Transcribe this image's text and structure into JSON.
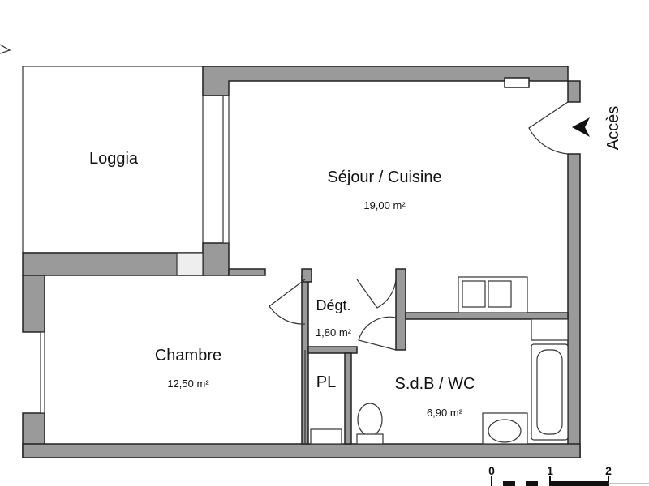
{
  "rooms": {
    "loggia": {
      "name": "Loggia"
    },
    "sejour": {
      "name": "Séjour / Cuisine",
      "area": "19,00 m²"
    },
    "degt": {
      "name": "Dégt.",
      "area": "1,80 m²"
    },
    "chambre": {
      "name": "Chambre",
      "area": "12,50 m²"
    },
    "pl": {
      "name": "PL"
    },
    "sdb": {
      "name": "S.d.B / WC",
      "area": "6,90 m²"
    }
  },
  "access": {
    "label": "Accès",
    "icon": "arrow-left-icon"
  },
  "scale_bar": {
    "ticks": [
      "0",
      "1",
      "2"
    ]
  },
  "colors": {
    "wall": "#9a9a9a",
    "outline": "#222222"
  }
}
